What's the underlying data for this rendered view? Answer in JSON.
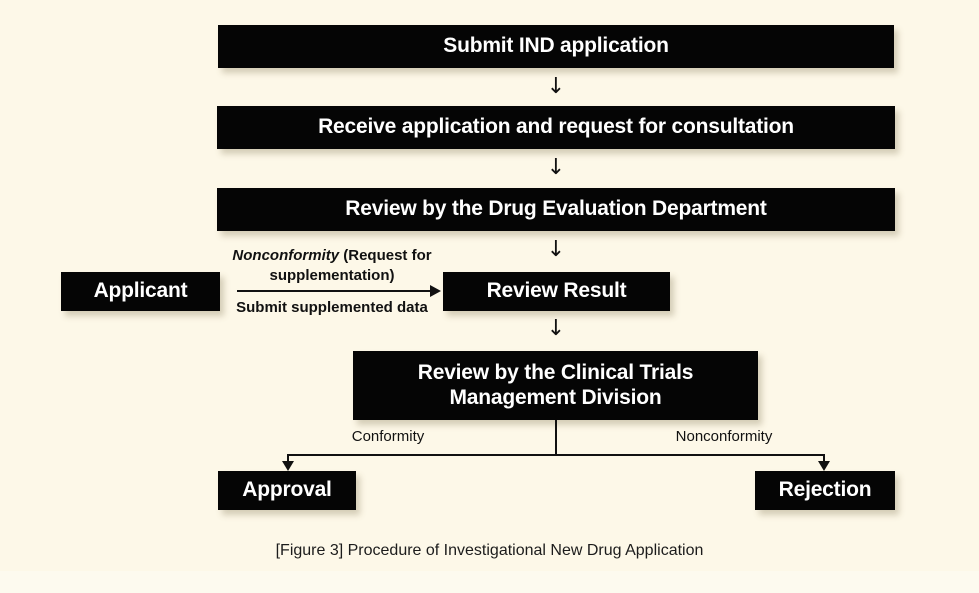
{
  "figure": {
    "caption": "[Figure 3] Procedure of Investigational New Drug Application",
    "background_color": "#fdf8e8",
    "box_fill_color": "#050505",
    "box_text_color": "#ffffff",
    "connector_color": "#111111"
  },
  "nodes": {
    "submit": "Submit IND application",
    "receive": "Receive application and request for consultation",
    "drug_evaluation": "Review by the Drug Evaluation Department",
    "applicant": "Applicant",
    "review_result": "Review Result",
    "clinical_trials": "Review by the Clinical Trials Management Division",
    "approval": "Approval",
    "rejection": "Rejection"
  },
  "connector_labels": {
    "nonconformity_request_emphasis": "Nonconformity",
    "nonconformity_request_rest": " (Request for supplementation)",
    "submit_supplemented_data": "Submit supplemented data",
    "conformity": "Conformity",
    "nonconformity": "Nonconformity"
  },
  "arrows": {
    "down_glyph": "↓"
  }
}
